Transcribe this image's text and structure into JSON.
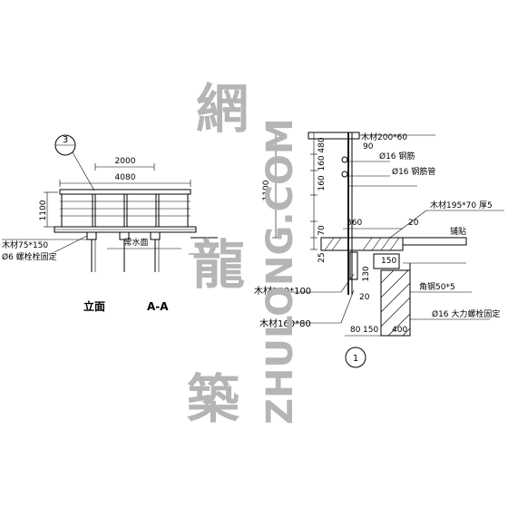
{
  "left_view": {
    "callout": "3",
    "dims": {
      "top": "2000",
      "overall": "4080",
      "height": "1100"
    },
    "notes": {
      "wood": "木材75*150",
      "bolt": "Ø6 螺栓栓固定",
      "water": "常水面"
    },
    "caption_elevation": "立面",
    "caption_section": "A-A"
  },
  "right_view": {
    "dims": {
      "top_post": "90",
      "stack": [
        "480",
        "160",
        "160",
        "70",
        "25"
      ],
      "height": "1100",
      "width_360": "360",
      "gap_20": "20",
      "base_150": "150",
      "base_130": "130",
      "d80": "80",
      "d150": "150",
      "d400": "400",
      "d20": "20"
    },
    "labels": {
      "cap": "木材200*60",
      "rail1": "Ø16 钢筋",
      "rail2": "Ø16 钢筋管",
      "wood195": "木材195*70 厚5",
      "edge": "铺贴",
      "beam250": "木材250*100",
      "beam160": "木材160*80",
      "angle": "角钢50*5",
      "bolt16": "Ø16 大力螺栓固定"
    },
    "callout": "1"
  },
  "watermark": {
    "cn": [
      "網",
      "龍",
      "築"
    ],
    "en": "ZHULONG.COM"
  }
}
